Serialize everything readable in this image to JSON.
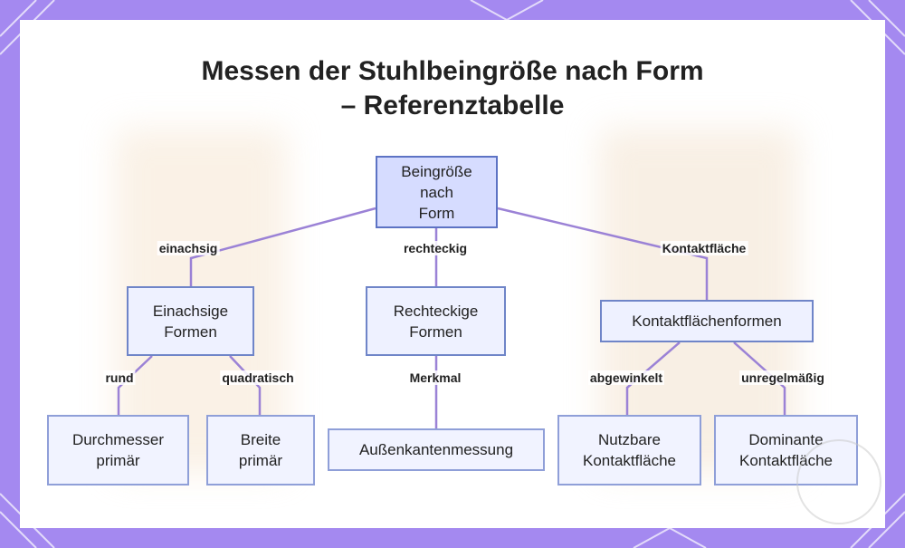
{
  "title": {
    "line1": "Messen der Stuhlbeingröße nach Form",
    "line2": "– Referenztabelle"
  },
  "nodes": {
    "root": "Beingröße\nnach\nForm",
    "single_axis": "Einachsige\nFormen",
    "rectangular": "Rechteckige\nFormen",
    "contact": "Kontaktflächenformen",
    "diameter": "Durchmesser\nprimär",
    "width": "Breite\nprimär",
    "outer_edge": "Außenkantenmessung",
    "usable_contact": "Nutzbare\nKontaktfläche",
    "dominant_contact": "Dominante\nKontaktfläche"
  },
  "edges": {
    "single_axis": "einachsig",
    "rectangular": "rechteckig",
    "contact": "Kontaktfläche",
    "round": "rund",
    "square": "quadratisch",
    "feature": "Merkmal",
    "angled": "abgewinkelt",
    "irregular": "unregelmäßig"
  },
  "colors": {
    "frame": "#a489f0",
    "edge": "#9b82d6",
    "node_border": "#6f85c8",
    "root_fill": "#d6dcff",
    "node_fill": "#eef1ff"
  }
}
